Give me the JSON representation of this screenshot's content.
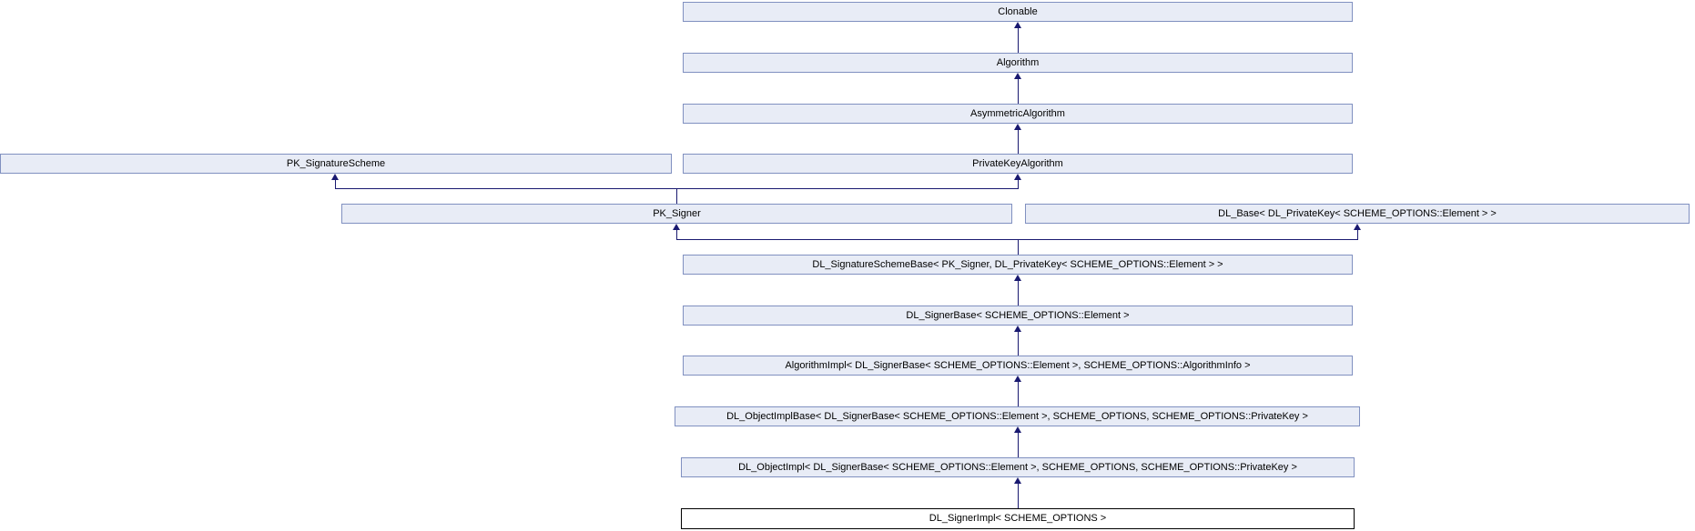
{
  "diagram": {
    "type": "class-inheritance-graph",
    "nodes": [
      {
        "id": "clonable",
        "label": "Clonable",
        "current": false
      },
      {
        "id": "algorithm",
        "label": "Algorithm",
        "current": false
      },
      {
        "id": "asymmetric-algorithm",
        "label": "AsymmetricAlgorithm",
        "current": false
      },
      {
        "id": "pk-signature-scheme",
        "label": "PK_SignatureScheme",
        "current": false
      },
      {
        "id": "private-key-algorithm",
        "label": "PrivateKeyAlgorithm",
        "current": false
      },
      {
        "id": "pk-signer",
        "label": "PK_Signer",
        "current": false
      },
      {
        "id": "dl-base",
        "label": "DL_Base< DL_PrivateKey< SCHEME_OPTIONS::Element > >",
        "current": false
      },
      {
        "id": "dl-signature-scheme-base",
        "label": "DL_SignatureSchemeBase< PK_Signer, DL_PrivateKey< SCHEME_OPTIONS::Element > >",
        "current": false
      },
      {
        "id": "dl-signer-base",
        "label": "DL_SignerBase< SCHEME_OPTIONS::Element >",
        "current": false
      },
      {
        "id": "algorithm-impl",
        "label": "AlgorithmImpl< DL_SignerBase< SCHEME_OPTIONS::Element >, SCHEME_OPTIONS::AlgorithmInfo >",
        "current": false
      },
      {
        "id": "dl-object-impl-base",
        "label": "DL_ObjectImplBase< DL_SignerBase< SCHEME_OPTIONS::Element >, SCHEME_OPTIONS, SCHEME_OPTIONS::PrivateKey >",
        "current": false
      },
      {
        "id": "dl-object-impl",
        "label": "DL_ObjectImpl< DL_SignerBase< SCHEME_OPTIONS::Element >, SCHEME_OPTIONS, SCHEME_OPTIONS::PrivateKey >",
        "current": false
      },
      {
        "id": "dl-signer-impl",
        "label": "DL_SignerImpl< SCHEME_OPTIONS >",
        "current": true
      }
    ],
    "edges": [
      {
        "from": "algorithm",
        "to": "clonable"
      },
      {
        "from": "asymmetric-algorithm",
        "to": "algorithm"
      },
      {
        "from": "private-key-algorithm",
        "to": "asymmetric-algorithm"
      },
      {
        "from": "pk-signer",
        "to": "pk-signature-scheme"
      },
      {
        "from": "pk-signer",
        "to": "private-key-algorithm"
      },
      {
        "from": "dl-signature-scheme-base",
        "to": "pk-signer"
      },
      {
        "from": "dl-signature-scheme-base",
        "to": "dl-base"
      },
      {
        "from": "dl-signer-base",
        "to": "dl-signature-scheme-base"
      },
      {
        "from": "algorithm-impl",
        "to": "dl-signer-base"
      },
      {
        "from": "dl-object-impl-base",
        "to": "algorithm-impl"
      },
      {
        "from": "dl-object-impl",
        "to": "dl-object-impl-base"
      },
      {
        "from": "dl-signer-impl",
        "to": "dl-object-impl"
      }
    ]
  },
  "colors": {
    "node_fill": "#e8ecf6",
    "node_border": "#8090c0",
    "arrow": "#191970",
    "current_border": "#000000",
    "background": "#ffffff",
    "text": "#000000"
  }
}
